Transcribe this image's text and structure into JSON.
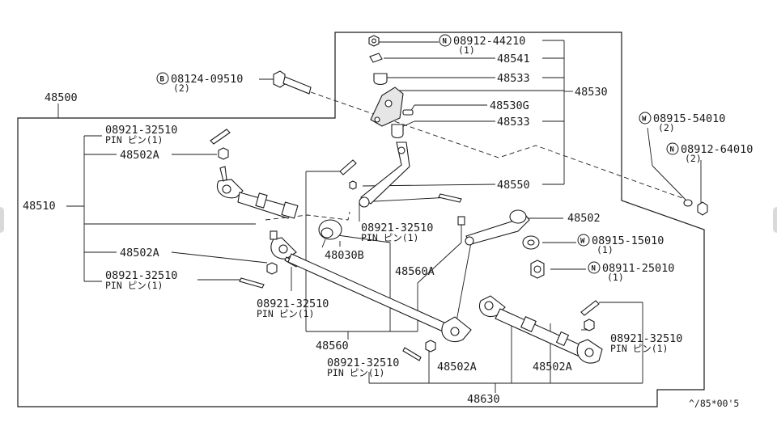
{
  "labels": {
    "p48500": "48500",
    "p48510": "48510",
    "p48530": "48530",
    "p48630": "48630",
    "p48560": "48560",
    "p48560A": "48560A",
    "p48030B": "48030B",
    "p48502_right": "48502",
    "p48502A_top": "48502A",
    "p48502A_mid": "48502A",
    "p48502A_bottom_center": "48502A",
    "p48502A_bottom_right": "48502A",
    "p48541": "48541",
    "p48533_a": "48533",
    "p48533_b": "48533",
    "p48530G": "48530G",
    "p48550": "48550",
    "n08912_44210": "08912-44210",
    "n08912_44210_qty": "(1)",
    "b08124_09510": "08124-09510",
    "b08124_09510_qty": "(2)",
    "w08915_54010": "08915-54010",
    "w08915_54010_qty": "(2)",
    "n08912_64010": "08912-64010",
    "n08912_64010_qty": "(2)",
    "w08915_15010": "08915-15010",
    "w08915_15010_qty": "(1)",
    "n08911_25010": "08911-25010",
    "n08911_25010_qty": "(1)",
    "pin_top_left": "08921-32510",
    "pin_top_left_sub": "PIN ピン(1)",
    "pin_center": "08921-32510",
    "pin_center_sub": "PIN ピン(1)",
    "pin_mid_left": "08921-32510",
    "pin_mid_left_sub": "PIN ピン(1)",
    "pin_lower_center": "08921-32510",
    "pin_lower_center_sub": "PIN ピン(1)",
    "pin_bottom_center": "08921-32510",
    "pin_bottom_center_sub": "PIN ピン(1)",
    "pin_right": "08921-32510",
    "pin_right_sub": "PIN ピン(1)",
    "footer_code": "^/85*00'5"
  },
  "symbols": {
    "nut": "N",
    "bolt": "B",
    "washer": "W"
  }
}
